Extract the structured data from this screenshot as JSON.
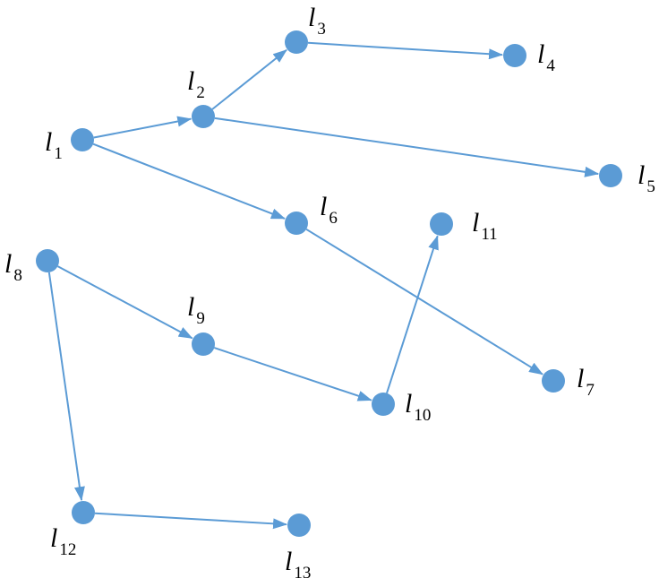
{
  "colors": {
    "node_fill": "#5B9BD5",
    "edge_stroke": "#5B9BD5",
    "label": "#000000"
  },
  "nodes": [
    {
      "id": "l1",
      "letter": "l",
      "subscript": "1"
    },
    {
      "id": "l2",
      "letter": "l",
      "subscript": "2"
    },
    {
      "id": "l3",
      "letter": "l",
      "subscript": "3"
    },
    {
      "id": "l4",
      "letter": "l",
      "subscript": "4"
    },
    {
      "id": "l5",
      "letter": "l",
      "subscript": "5"
    },
    {
      "id": "l6",
      "letter": "l",
      "subscript": "6"
    },
    {
      "id": "l7",
      "letter": "l",
      "subscript": "7"
    },
    {
      "id": "l8",
      "letter": "l",
      "subscript": "8"
    },
    {
      "id": "l9",
      "letter": "l",
      "subscript": "9"
    },
    {
      "id": "l10",
      "letter": "l",
      "subscript": "10"
    },
    {
      "id": "l11",
      "letter": "l",
      "subscript": "11"
    },
    {
      "id": "l12",
      "letter": "l",
      "subscript": "12"
    },
    {
      "id": "l13",
      "letter": "l",
      "subscript": "13"
    }
  ],
  "edges": [
    {
      "from": "l1",
      "to": "l2"
    },
    {
      "from": "l2",
      "to": "l3"
    },
    {
      "from": "l3",
      "to": "l4"
    },
    {
      "from": "l2",
      "to": "l5"
    },
    {
      "from": "l1",
      "to": "l6"
    },
    {
      "from": "l6",
      "to": "l7"
    },
    {
      "from": "l8",
      "to": "l9"
    },
    {
      "from": "l9",
      "to": "l10"
    },
    {
      "from": "l10",
      "to": "l11"
    },
    {
      "from": "l8",
      "to": "l12"
    },
    {
      "from": "l12",
      "to": "l13"
    }
  ]
}
